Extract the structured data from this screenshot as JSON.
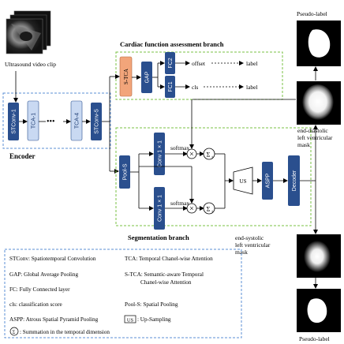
{
  "labels": {
    "pseudo_label_top": "Pseudo-label",
    "pseudo_label_bottom": "Pseudo-label",
    "ultrasound_clip": "Ultrasound video clip",
    "encoder": "Encoder",
    "cardiac_branch": "Cardiac function assessment branch",
    "segmentation_branch": "Segmentation branch",
    "offset": "offset",
    "cls": "cls",
    "label": "label",
    "softmax": "softmax",
    "ed_line1": "end-diastolic",
    "ed_line2": "left ventricular",
    "ed_line3": "mask",
    "es_line1": "end-systolic",
    "es_line2": "left ventricular",
    "es_line3": "mask",
    "dots": "•••"
  },
  "blocks": {
    "stconv1": "STConv-1",
    "tca1": "TCA-1",
    "tca4": "TCA-4",
    "stconv5": "STConv-5",
    "stca": "S-TCA",
    "gap": "GAP",
    "fc1": "FC1",
    "fc2": "FC2",
    "pools": "Pool-S",
    "conv_top": "Conv 1 × 1",
    "conv_bottom": "Conv 1 × 1",
    "us": "US",
    "aspp": "ASPP",
    "decoder": "Decoder"
  },
  "symbols": {
    "multiply": "×",
    "sum": "Σ",
    "sum_sub": "t"
  },
  "legend": {
    "left": [
      "STConv: Spatiotemporal Convolution",
      "GAP: Global Average Pooling",
      "FC: Fully Connected layer",
      "cls: classification score",
      "ASPP: Atrous Spatial Pyramid Pooling",
      ": Summation in the temporal dimension"
    ],
    "right_tca": "TCA: Temporal Chanel-wise Attention",
    "right_stca_1": "S-TCA: Semantic-aware Temporal",
    "right_stca_2": "Chanel-wise Attention",
    "right_pools": "Pool-S: Spatial Pooling",
    "right_us_box": "US",
    "right_us_text": ": Up-Sampling"
  },
  "colors": {
    "block": "#2a4f8e",
    "block_light": "#c9d9f2",
    "stca": "#f2a57a",
    "dashed_green": "#7ac143",
    "dashed_blue": "#5b8fd6"
  }
}
